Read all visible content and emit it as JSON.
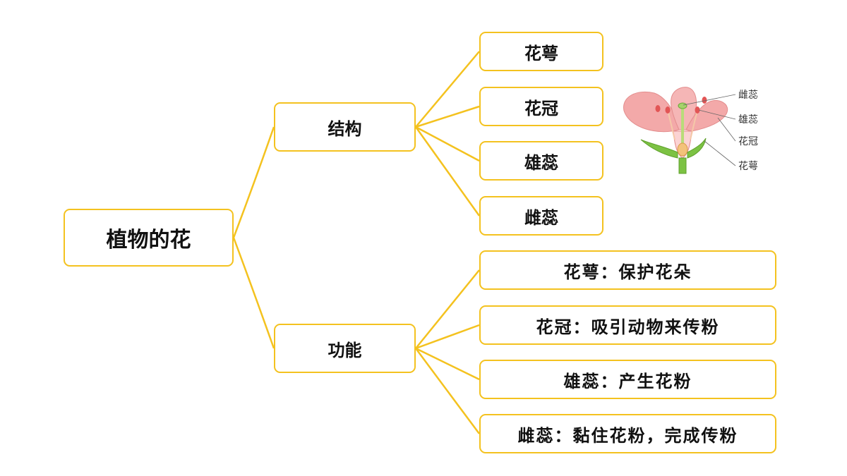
{
  "colors": {
    "accent": "#f4c21f",
    "text": "#111111",
    "petal": "#f3a9a9",
    "leaf": "#7cc243"
  },
  "root": {
    "label": "植物的花"
  },
  "branches": [
    {
      "label": "结构",
      "leaves": [
        "花萼",
        "花冠",
        "雄蕊",
        "雌蕊"
      ]
    },
    {
      "label": "功能",
      "leaves": [
        "花萼：保护花朵",
        "花冠：吸引动物来传粉",
        "雄蕊：产生花粉",
        "雌蕊：黏住花粉，完成传粉"
      ]
    }
  ],
  "illustration": {
    "labels": [
      "雌蕊",
      "雄蕊",
      "花冠",
      "花萼"
    ]
  }
}
